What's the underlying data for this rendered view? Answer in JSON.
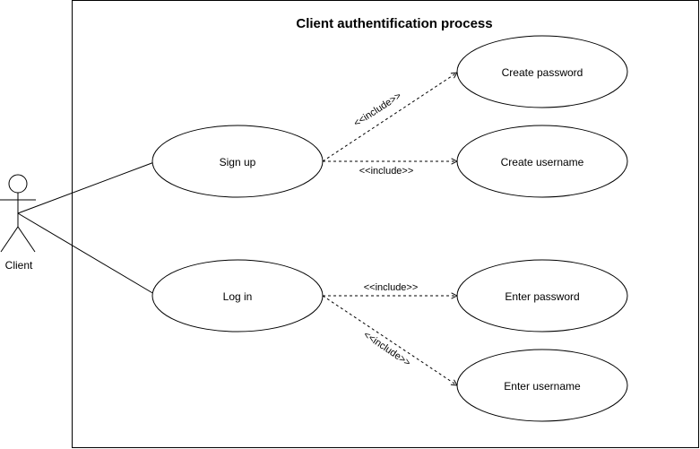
{
  "system": {
    "title": "Client authentification process"
  },
  "actor": {
    "label": "Client"
  },
  "use_cases": {
    "sign_up": "Sign up",
    "log_in": "Log in",
    "create_password": "Create password",
    "create_username": "Create username",
    "enter_password": "Enter password",
    "enter_username": "Enter username"
  },
  "relations": {
    "signup_create_password": "<<include>>",
    "signup_create_username": "<<include>>",
    "login_enter_password": "<<include>>",
    "login_enter_username": "<<include>>"
  },
  "colors": {
    "stroke": "#000000",
    "fill": "#ffffff"
  }
}
